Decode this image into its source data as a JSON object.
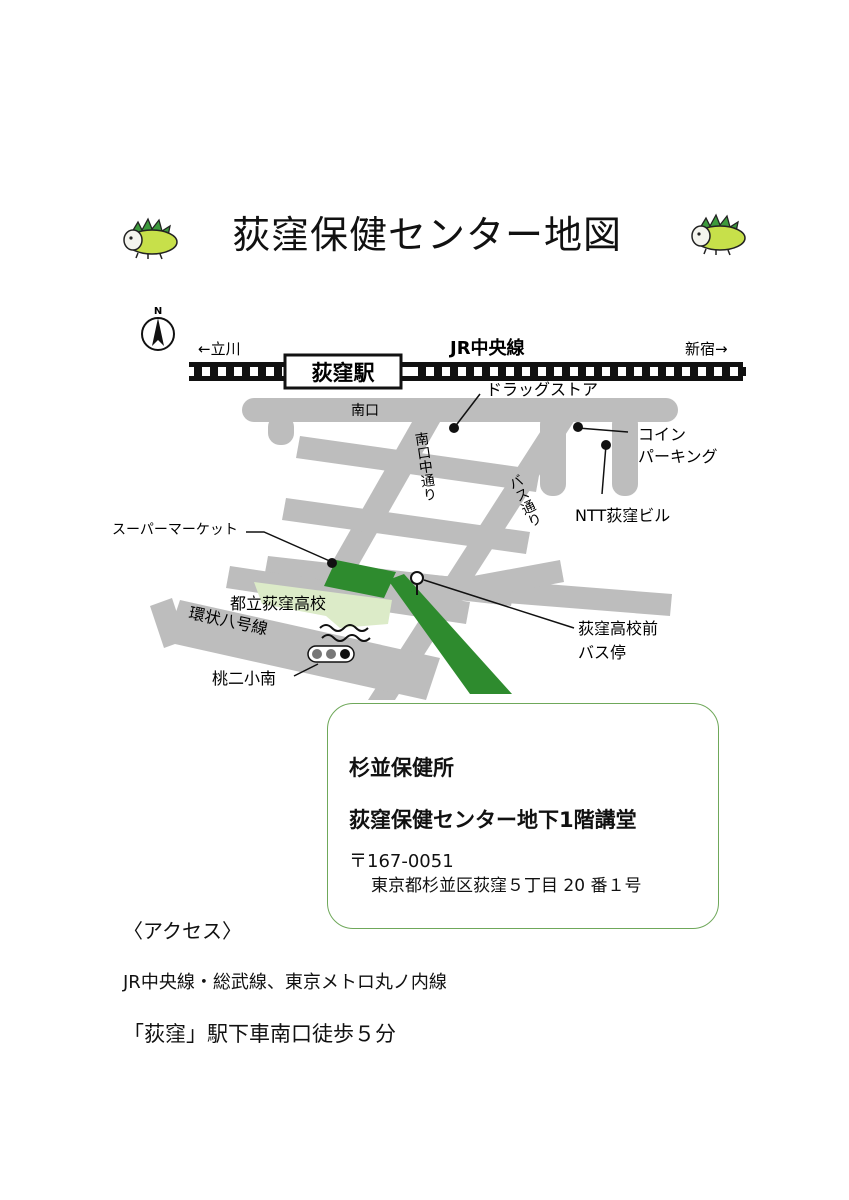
{
  "title": "荻窪保健センター地図",
  "map": {
    "compass": "N",
    "railway": {
      "line_name": "JR中央線",
      "station": "荻窪駅",
      "west_direction": "←立川",
      "east_direction": "新宿→"
    },
    "streets": {
      "south_exit": "南口",
      "minamiguchi_naka_dori": "南口中通り",
      "bus_dori": "バス通り",
      "kanjo_8": "環状八号線"
    },
    "landmarks": {
      "drugstore": "ドラッグストア",
      "coin_parking": "コイン\nパーキング",
      "ntt_building": "NTT荻窪ビル",
      "supermarket": "スーパーマーケット",
      "high_school": "都立荻窪高校",
      "bus_stop": "荻窪高校前\nバス停",
      "signal": "桃二小南"
    },
    "colors": {
      "road": "#bdbdbd",
      "route": "#2e8b2e",
      "school": "#dcebc8",
      "rail": "#111111"
    }
  },
  "info": {
    "org": "杉並保健所",
    "place": "荻窪保健センター地下1階講堂",
    "zip": "〒167-0051",
    "address": "東京都杉並区荻窪５丁目 20 番１号"
  },
  "access": {
    "heading": "〈アクセス〉",
    "lines": "JR中央線・総武線、東京メトロ丸ノ内線",
    "walk": "「荻窪」駅下車南口徒歩５分"
  }
}
